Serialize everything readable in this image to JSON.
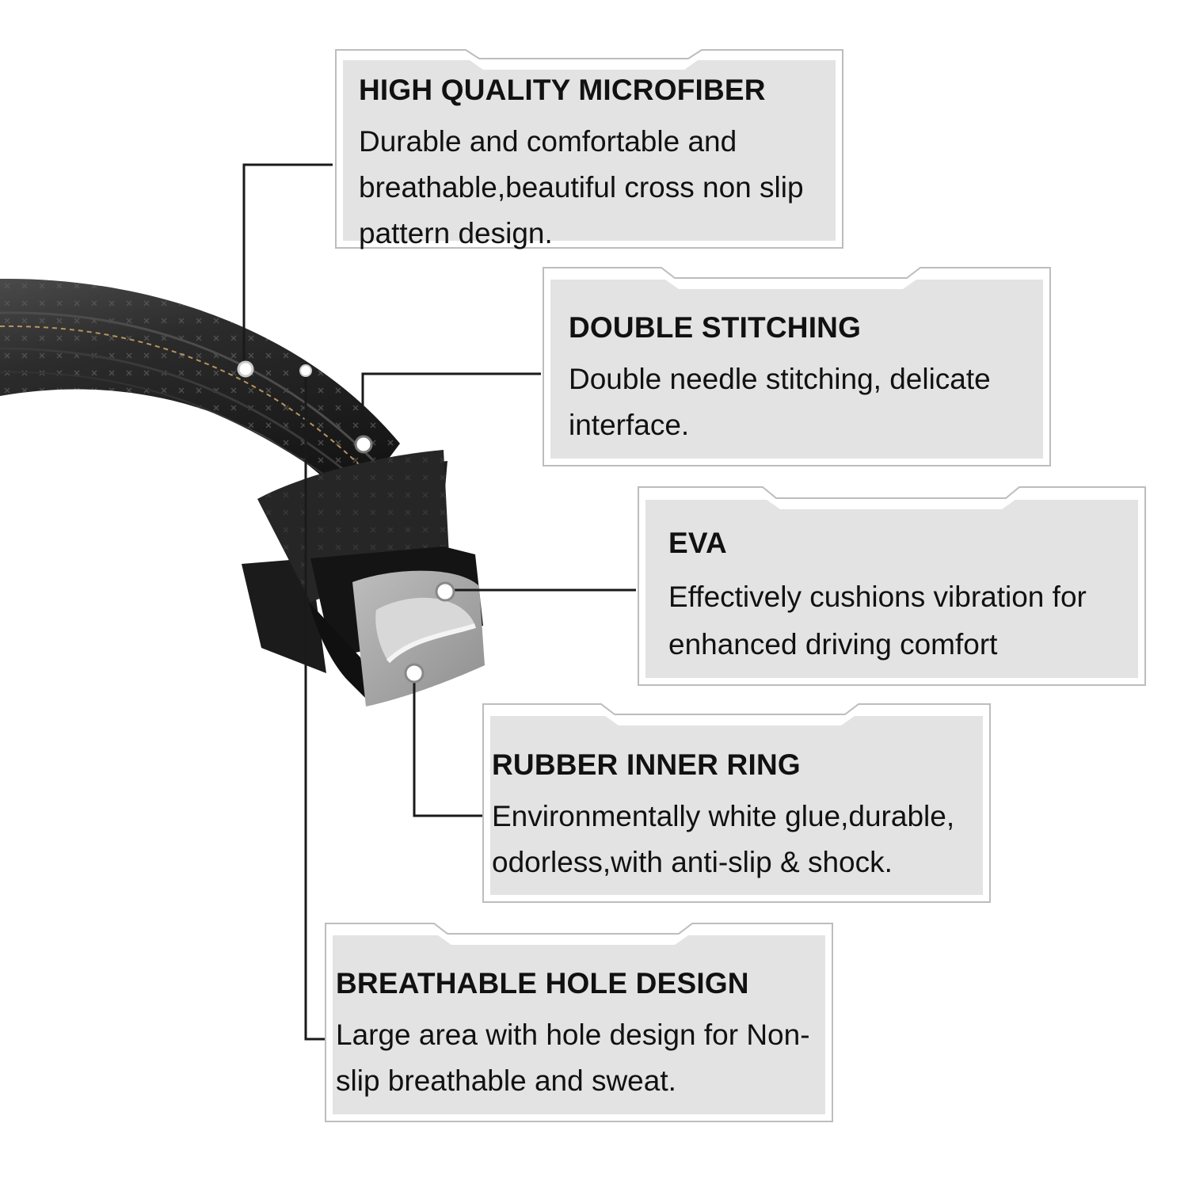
{
  "colors": {
    "card_fill": "#e3e3e3",
    "card_border": "#bdbdbd",
    "callout_line": "#1a1a1a",
    "text": "#111111",
    "wheel_leather": "#2a2a2a",
    "stitching": "#b8935e",
    "eva_foam": "#a9a9a9"
  },
  "cards": [
    {
      "title": "HIGH QUALITY MICROFIBER",
      "description": "Durable and comfortable and breathable,beautiful cross non slip pattern design."
    },
    {
      "title": "DOUBLE STITCHING",
      "description": "Double needle stitching, delicate interface."
    },
    {
      "title": "EVA",
      "description": "Effectively cushions vibration for enhanced driving comfort"
    },
    {
      "title": "RUBBER INNER RING",
      "description": "Environmentally white glue,durable, odorless,with anti-slip & shock."
    },
    {
      "title": "BREATHABLE HOLE DESIGN",
      "description": "Large area with hole design for Non-slip breathable and sweat."
    }
  ]
}
